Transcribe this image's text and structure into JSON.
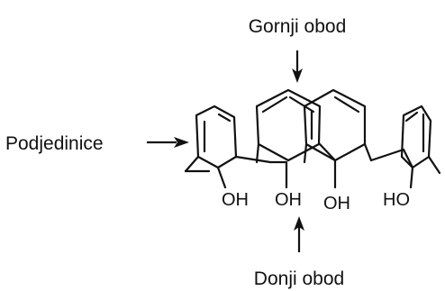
{
  "labels": {
    "upper_rim": "Gornji obod",
    "lower_rim": "Donji obod",
    "subunits": "Podjedinice"
  },
  "hydroxyls": [
    "OH",
    "OH",
    "OH",
    "HO"
  ],
  "colors": {
    "ink": "#111111",
    "background": "#ffffff"
  }
}
